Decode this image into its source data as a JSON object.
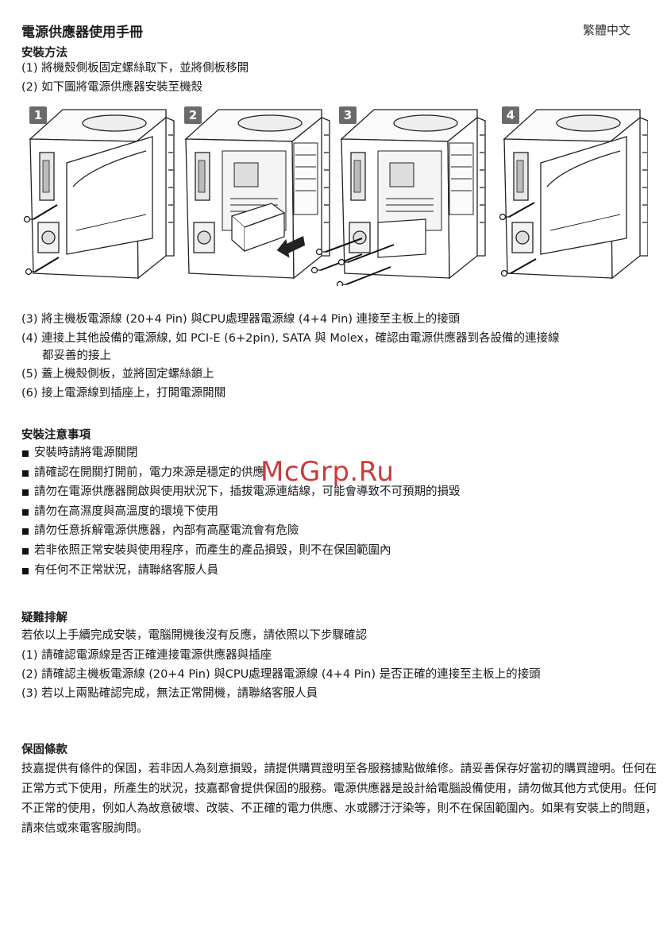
{
  "header": {
    "title": "電源供應器使用手冊",
    "language": "繁體中文"
  },
  "install": {
    "heading": "安裝方法",
    "steps_before": [
      "(1) 將機殼側板固定螺絲取下，並將側板移開",
      "(2) 如下圖將電源供應器安裝至機殼"
    ],
    "figure_labels": [
      "1",
      "2",
      "3",
      "4"
    ],
    "steps_after": [
      "(3) 將主機板電源線 (20+4 Pin) 與CPU處理器電源線 (4+4 Pin) 連接至主板上的接頭",
      "(4) 連接上其他設備的電源線, 如 PCI-E (6+2pin), SATA 與 Molex，確認由電源供應器到各設備的連接線",
      "都妥善的接上",
      "(5) 蓋上機殼側板，並將固定螺絲鎖上",
      "(6) 接上電源線到插座上，打開電源開關"
    ]
  },
  "notes": {
    "heading": "安裝注意事項",
    "items": [
      "安裝時請將電源關閉",
      "請確認在開關打開前，電力來源是穩定的供應",
      "請勿在電源供應器開啟與使用狀況下，插拔電源連結線，可能會導致不可預期的損毀",
      "請勿在高濕度與高溫度的環境下使用",
      "請勿任意拆解電源供應器，內部有高壓電流會有危險",
      "若非依照正常安裝與使用程序，而產生的產品損毀，則不在保固範圍內",
      "有任何不正常狀況，請聯絡客服人員"
    ]
  },
  "watermark": "McGrp.Ru",
  "trouble": {
    "heading": "疑難排解",
    "lines": [
      "若依以上手續完成安裝，電腦開機後沒有反應，請依照以下步驟確認",
      "(1) 請確認電源線是否正確連接電源供應器與插座",
      "(2) 請確認主機板電源線 (20+4 Pin) 與CPU處理器電源線 (4+4 Pin) 是否正確的連接至主板上的接頭",
      "(3) 若以上兩點確認完成，無法正常開機，請聯絡客服人員"
    ]
  },
  "warranty": {
    "heading": "保固條款",
    "text": "技嘉提供有條件的保固，若非因人為刻意損毀，請提供購買證明至各服務據點做維修。請妥善保存好當初的購買證明。任何在正常方式下使用，所產生的狀況，技嘉都會提供保固的服務。電源供應器是設計給電腦設備使用，請勿做其他方式使用。任何不正常的使用，例如人為故意破壞、改裝、不正確的電力供應、水或髒汙汙染等，則不在保固範圍內。如果有安裝上的問題，請來信或來電客服詢問。"
  }
}
